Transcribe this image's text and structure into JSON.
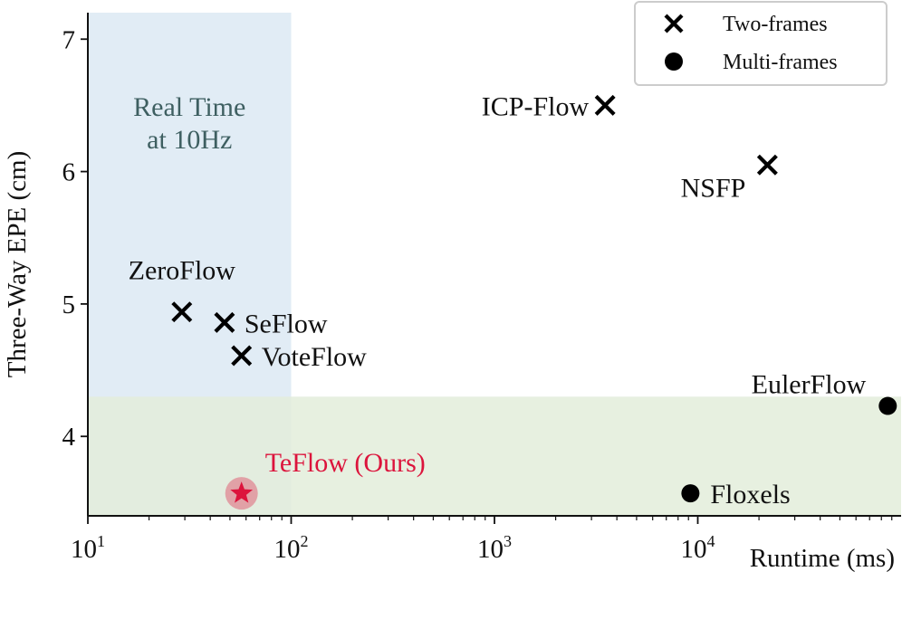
{
  "chart_data": {
    "type": "scatter",
    "xlabel": "Runtime (ms)",
    "ylabel": "Three-Way EPE (cm)",
    "xscale": "log",
    "xlim": [
      10,
      100000
    ],
    "ylim": [
      3.4,
      7.2
    ],
    "x_ticks": [
      {
        "value": 10,
        "base": "10",
        "exp": "1"
      },
      {
        "value": 100,
        "base": "10",
        "exp": "2"
      },
      {
        "value": 1000,
        "base": "10",
        "exp": "3"
      },
      {
        "value": 10000,
        "base": "10",
        "exp": "4"
      }
    ],
    "y_ticks": [
      4,
      5,
      6,
      7
    ],
    "grid": false,
    "legend": {
      "placement": "top-right",
      "entries": [
        {
          "label": "Two-frames",
          "marker": "x"
        },
        {
          "label": "Multi-frames",
          "marker": "circle"
        }
      ]
    },
    "regions": [
      {
        "name": "real-time",
        "label_lines": [
          "Real Time",
          "at 10Hz"
        ],
        "x_range": [
          10,
          100
        ],
        "y_range": [
          3.4,
          7.2
        ],
        "color": "#dce9f3"
      },
      {
        "name": "low-error",
        "label_lines": [],
        "x_range": [
          10,
          100000
        ],
        "y_range": [
          3.4,
          4.3
        ],
        "color": "#e3eddb"
      }
    ],
    "points": [
      {
        "method": "ICP-Flow",
        "x": 3500,
        "y": 6.5,
        "marker": "x",
        "label_pos": "left",
        "color": "#000000"
      },
      {
        "method": "NSFP",
        "x": 22000,
        "y": 6.05,
        "marker": "x",
        "label_pos": "below-left",
        "color": "#000000"
      },
      {
        "method": "ZeroFlow",
        "x": 29,
        "y": 4.94,
        "marker": "x",
        "label_pos": "above",
        "color": "#000000"
      },
      {
        "method": "SeFlow",
        "x": 47,
        "y": 4.86,
        "marker": "x",
        "label_pos": "right",
        "color": "#000000"
      },
      {
        "method": "VoteFlow",
        "x": 57,
        "y": 4.61,
        "marker": "x",
        "label_pos": "right",
        "color": "#000000"
      },
      {
        "method": "EulerFlow",
        "x": 86000,
        "y": 4.23,
        "marker": "circle",
        "label_pos": "above-left",
        "color": "#000000"
      },
      {
        "method": "Floxels",
        "x": 9200,
        "y": 3.57,
        "marker": "circle",
        "label_pos": "right",
        "color": "#000000"
      },
      {
        "method": "TeFlow (Ours)",
        "x": 57,
        "y": 3.57,
        "marker": "star",
        "label_pos": "above-right",
        "color": "#dc143c"
      }
    ]
  }
}
